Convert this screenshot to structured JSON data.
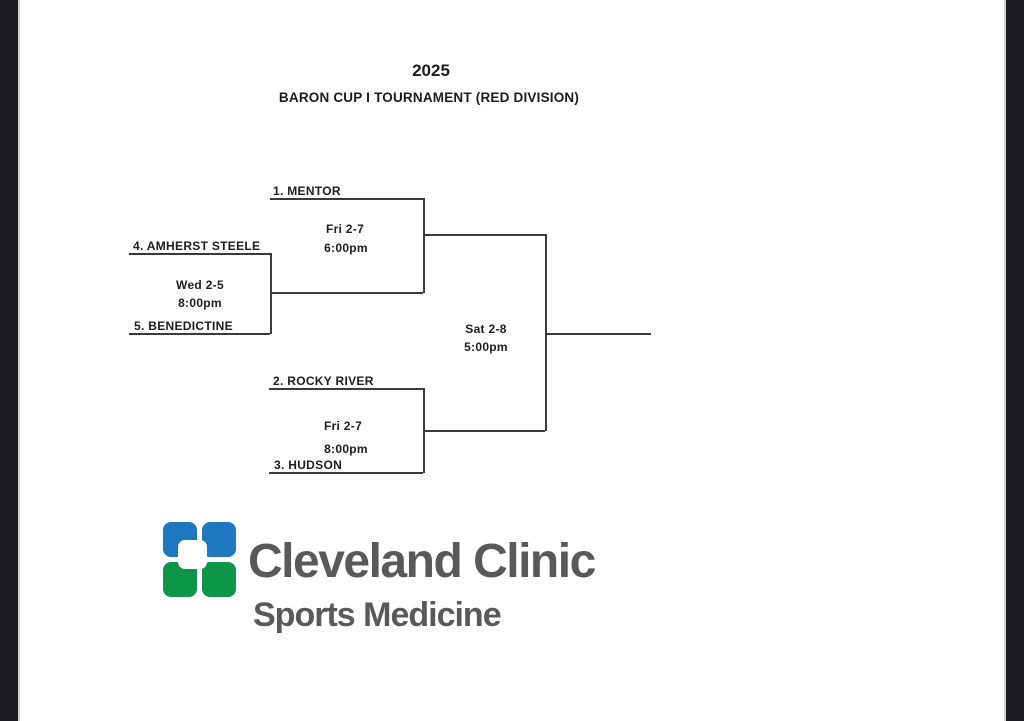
{
  "frame": {
    "side_bar_color": "#1d1d21",
    "page_bg": "#ffffff",
    "line_color": "#3a3a3a"
  },
  "header": {
    "year": "2025",
    "title": "BARON CUP I TOURNAMENT (RED DIVISION)"
  },
  "bracket": {
    "teams": [
      {
        "label": "1. MENTOR"
      },
      {
        "label": "4. AMHERST STEELE"
      },
      {
        "label": "5. BENEDICTINE"
      },
      {
        "label": "2. ROCKY RIVER"
      },
      {
        "label": "3. HUDSON"
      }
    ],
    "games": [
      {
        "name": "quarterfinal",
        "date": "Wed 2-5",
        "time": "8:00pm"
      },
      {
        "name": "semifinal-1",
        "date": "Fri 2-7",
        "time": "6:00pm"
      },
      {
        "name": "semifinal-2",
        "date": "Fri 2-7",
        "time": "8:00pm"
      },
      {
        "name": "championship",
        "date": "Sat 2-8",
        "time": "5:00pm"
      }
    ]
  },
  "sponsor": {
    "name": "Cleveland Clinic",
    "department": "Sports Medicine",
    "logo_blue": "#1f78bf",
    "logo_green": "#0d9648",
    "text_color": "#58595b"
  }
}
